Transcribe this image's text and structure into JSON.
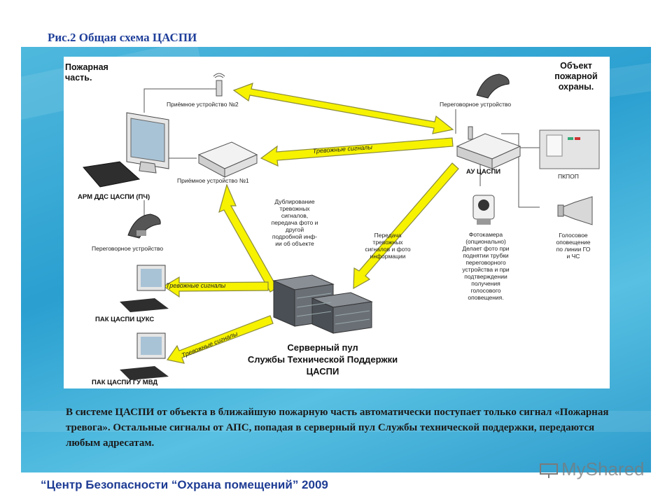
{
  "slide_title": "Рис.2 Общая схема ЦАСПИ",
  "diagram": {
    "fire_station": [
      "Пожарная",
      "часть."
    ],
    "protected_object": [
      "Объект",
      "пожарной",
      "охраны."
    ],
    "receiver_2": "Приёмное устройство №2",
    "intercom_top": "Переговорное устройство",
    "receiver_1": "Приёмное устройство №1",
    "alarm_signals_1": "Тревожные сигналы",
    "au_caspi": "АУ ЦАСПИ",
    "pkpop": "ПКПОП",
    "arm_dds": "АРМ ДДС ЦАСПИ (ПЧ)",
    "intercom_left": "Переговорное устройство",
    "duplication_note": [
      "Дублирование",
      "тревожных",
      "сигналов,",
      "передача фото и",
      "другой",
      "подробной инф-",
      "ии об объекте"
    ],
    "transmission_note": [
      "Передача",
      "тревожных",
      "сигналов и фото",
      "информации"
    ],
    "camera_note": [
      "Фотокамера",
      "(опционально)",
      "Делает фото при",
      "поднятии трубки",
      "переговорного",
      "устройства и при",
      "подтверждении",
      "получения",
      "голосового",
      "оповещения."
    ],
    "voice_note": [
      "Голосовое",
      "оповещение",
      "по линии ГО",
      "и ЧС"
    ],
    "alarm_signals_2": "Тревожные сигналы",
    "pak_tsuks": "ПАК ЦАСПИ ЦУКС",
    "alarm_signals_3": "Тревожные сигналы",
    "pak_mvd": "ПАК ЦАСПИ ГУ МВД",
    "server_pool": [
      "Серверный пул",
      "Службы Технической Поддержки",
      "ЦАСПИ"
    ]
  },
  "description": "В системе ЦАСПИ от объекта в ближайшую пожарную часть автоматически поступает только сигнал «Пожарная тревога». Остальные сигналы от АПС, попадая в серверный пул Службы технической поддержки, передаются любым адресатам.",
  "footer": "“Центр Безопасности “Охрана помещений” 2009",
  "watermark": "MyShared",
  "colors": {
    "arrow_fill": "#f6f200",
    "arrow_stroke": "#8a8a3a",
    "panel": "#3aa9d8",
    "title": "#1f3f9a"
  }
}
